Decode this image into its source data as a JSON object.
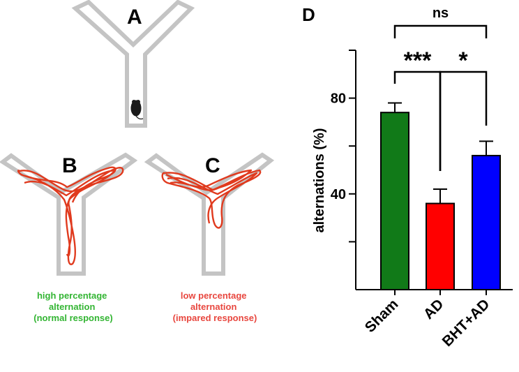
{
  "panels": {
    "a": {
      "letter": "A"
    },
    "b": {
      "letter": "B",
      "caption": [
        "high percentage",
        "alternation",
        "(normal response)"
      ],
      "caption_color": "#33b533"
    },
    "c": {
      "letter": "C",
      "caption": [
        "low percentage",
        "alternation",
        "(impared response)"
      ],
      "caption_color": "#e8473f"
    },
    "d": {
      "letter": "D"
    }
  },
  "colors": {
    "maze_wall": "#c4c4c4",
    "track": "#e03a1e",
    "mouse": "#1a1a1a"
  },
  "chart_data": {
    "type": "bar",
    "categories": [
      "Sham",
      "AD",
      "BHT+AD"
    ],
    "values": [
      74,
      36,
      56
    ],
    "error": [
      4,
      6,
      6
    ],
    "colors": [
      "#117a18",
      "#ff0000",
      "#0000ff"
    ],
    "ylabel": "alternations (%)",
    "ylim": [
      0,
      100
    ],
    "yticks": [
      40,
      80
    ],
    "ytick_labels": [
      "40",
      "80"
    ],
    "minor_ticks": [
      20,
      60,
      100
    ],
    "grid": false,
    "legend": "none",
    "comparisons": [
      {
        "pair": [
          "Sham",
          "BHT+AD"
        ],
        "label": "ns"
      },
      {
        "pair": [
          "Sham",
          "AD"
        ],
        "label": "***"
      },
      {
        "pair": [
          "AD",
          "BHT+AD"
        ],
        "label": "*"
      }
    ]
  }
}
